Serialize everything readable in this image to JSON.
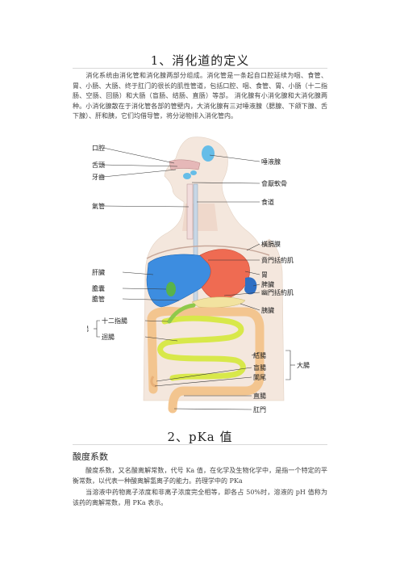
{
  "section1": {
    "title": "1、消化道的定义",
    "paragraph": "消化系统由消化管和消化腺两部分组成。消化管是一条起自口腔延续为咽、食管、胃、小肠、大肠、终于肛门的很长的肌性管道，包括口腔、咽、食管、胃、小肠（十二指肠、空肠、回肠）和大肠（盲肠、结肠、直肠）等部。 消化腺有小消化腺和大消化腺两种。小消化腺散在于消化管各部的管壁内，大消化腺有三对唾液腺（腮腺、下颌下腺、舌下腺）、肝和胰，它们均借导管，将分泌物排入消化管内。"
  },
  "figure": {
    "labels_left": {
      "mouth": "口腔",
      "tongue": "舌頭",
      "teeth": "牙齒",
      "trachea": "氣管",
      "liver": "肝臟",
      "gallbladder": "膽囊",
      "bile_duct": "膽管",
      "small_intestine": "小腸",
      "duodenum": "十二指腸",
      "ileum": "迴腸"
    },
    "labels_right": {
      "salivary": "唾液腺",
      "epiglottis": "會厭軟骨",
      "esophagus": "食道",
      "diaphragm": "橫膈膜",
      "cardiac_sphincter": "賁門括約肌",
      "stomach": "胃",
      "spleen": "脾臟",
      "pyloric_sphincter": "幽門括約肌",
      "pancreas": "胰臟",
      "colon": "結腸",
      "cecum": "盲腸",
      "appendix": "闌尾",
      "large_intestine": "大腸",
      "rectum": "直腸",
      "anus": "肛門"
    },
    "colors": {
      "body": "#f4e7dd",
      "liver": "#3d8de0",
      "stomach": "#ef6b52",
      "small_intestine": "#d8e84a",
      "colon": "#f3c58f",
      "salivary": "#66bde8"
    }
  },
  "section2": {
    "title": "2、pKa 值",
    "subheading": "酸度系数",
    "paragraph1": "酸度系数，又名酸离解常数，代号 Ka 值，在化学及生物化学中，是指一个特定的平衡常数，以代表一种酸离解氢离子的能力。药理学中的 PKa",
    "paragraph2": "当溶液中药物离子浓度和非离子浓度完全相等，即各占 50%时，溶液的 pH 值称为该药的离解常数，用 PKa 表示。"
  }
}
